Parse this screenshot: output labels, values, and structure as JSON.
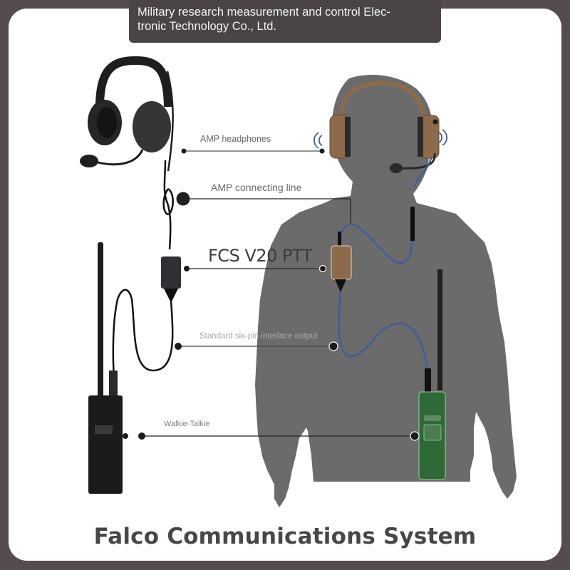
{
  "banner": {
    "line1": "Military research measurement and control Elec-",
    "line2": "tronic Technology Co., Ltd."
  },
  "callouts": [
    {
      "label": "AMP headphones",
      "component": "amp-headphones"
    },
    {
      "label": "AMP connecting line",
      "component": "amp-connecting-line"
    },
    {
      "label": "FCS V20 PTT",
      "component": "ptt-unit"
    },
    {
      "label": "Standard six-pin interface output",
      "component": "six-pin-output"
    },
    {
      "label": "Walkie-Talkie",
      "component": "walkie-talkie"
    }
  ],
  "title": "Falco Communications System",
  "colors": {
    "frame": "#544c4d",
    "banner": "#4a4445",
    "silhouette": "#6b6b6b",
    "cable_blue": "#3e5f9a",
    "headset_tan": "#8c6a4a",
    "radio_green": "#2e6a35",
    "title_text": "#4a4547"
  }
}
